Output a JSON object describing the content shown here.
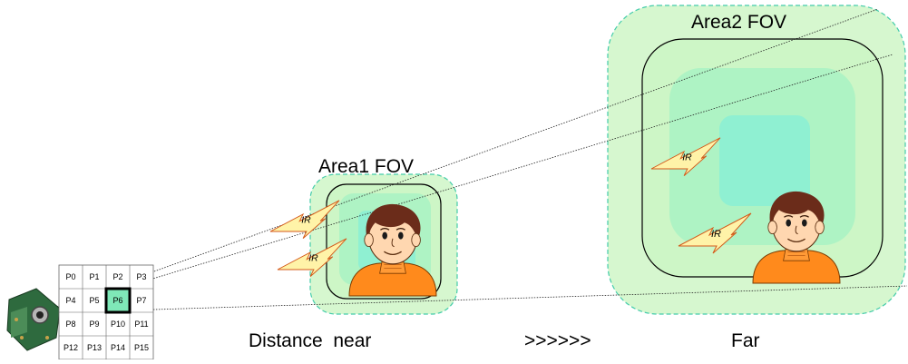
{
  "area1_label": "Area1 FOV",
  "area2_label": "Area2 FOV",
  "distance_near_label": "Distance  near",
  "arrows_label": ">>>>>>",
  "far_label": "Far",
  "ir_label": "IR",
  "grid_cells": [
    "P0",
    "P1",
    "P2",
    "P3",
    "P4",
    "P5",
    "P6",
    "P7",
    "P8",
    "P9",
    "P10",
    "P11",
    "P12",
    "P13",
    "P14",
    "P15"
  ],
  "highlighted_cell": "P6",
  "colors": {
    "outer_fov": "#d6f7cf",
    "outer_border": "#44ccaa",
    "middle_fov": "#aef3c4",
    "inner_fov": "#8ff0d2",
    "highlight": "#7fe8b8",
    "sweater": "#ff8a1c",
    "hair": "#6b2c1a",
    "skin": "#ffd7b0",
    "bolt": "#fff3a8",
    "bolt_stroke": "#d45a1a"
  }
}
